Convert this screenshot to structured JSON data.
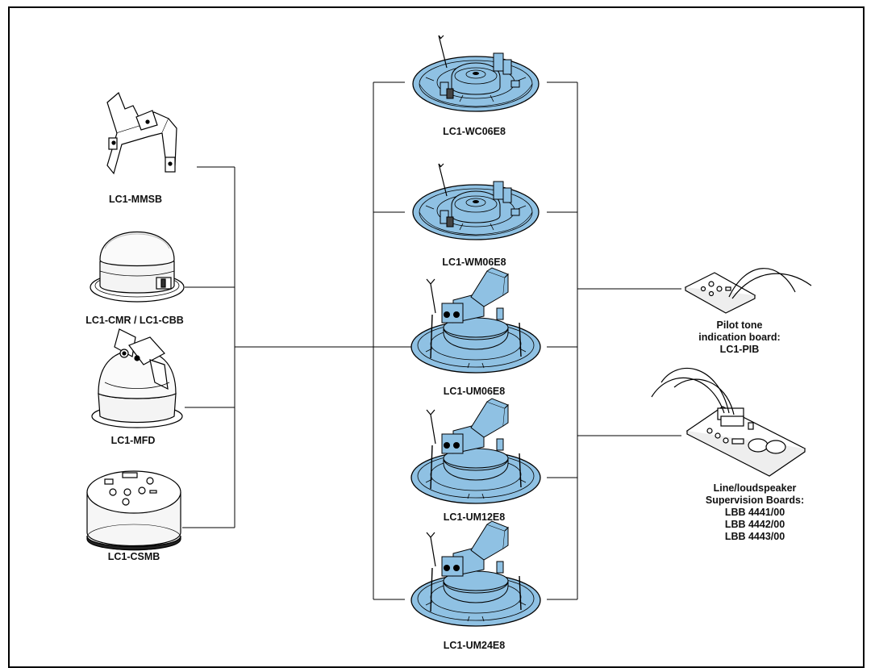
{
  "colors": {
    "speaker_fill": "#8fc1e3",
    "line": "#000000",
    "accessory_fill": "#ffffff"
  },
  "accessories": [
    {
      "label": "LC1-MMSB",
      "icon": "mounting-bracket-icon"
    },
    {
      "label": "LC1-CMR / LC1-CBB",
      "icon": "dome-ring-icon"
    },
    {
      "label": "LC1-MFD",
      "icon": "fire-dome-icon"
    },
    {
      "label": "LC1-CSMB",
      "icon": "surface-box-icon"
    }
  ],
  "speakers": [
    {
      "label": "LC1-WC06E8",
      "icon": "ceiling-speaker-icon"
    },
    {
      "label": "LC1-WM06E8",
      "icon": "ceiling-speaker-icon"
    },
    {
      "label": "LC1-UM06E8",
      "icon": "ceiling-speaker-transformer-icon"
    },
    {
      "label": "LC1-UM12E8",
      "icon": "ceiling-speaker-transformer-icon"
    },
    {
      "label": "LC1-UM24E8",
      "icon": "ceiling-speaker-transformer-icon"
    }
  ],
  "boards": [
    {
      "lines": [
        "Pilot tone",
        "indication board:",
        "LC1-PIB"
      ],
      "icon": "pilot-board-icon"
    },
    {
      "lines": [
        "Line/loudspeaker",
        "Supervision Boards:",
        "LBB 4441/00",
        "LBB 4442/00",
        "LBB 4443/00"
      ],
      "icon": "supervision-board-icon"
    }
  ]
}
